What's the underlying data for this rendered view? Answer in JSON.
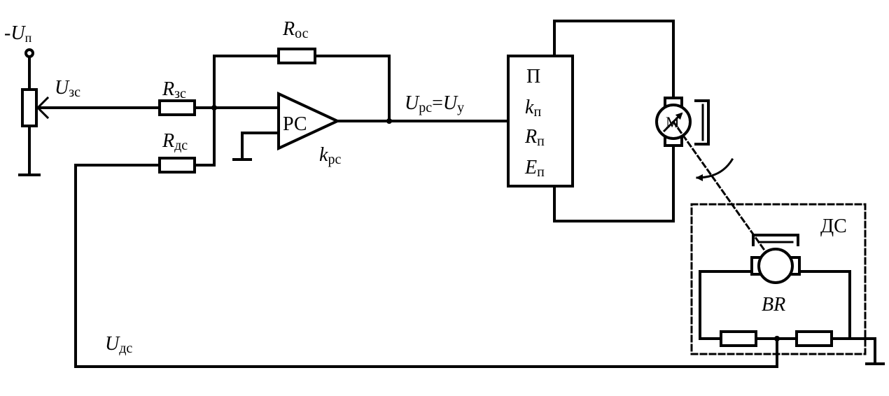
{
  "supply": {
    "sign": "-",
    "sym": "U",
    "sub": "п"
  },
  "setpoint": {
    "sym": "U",
    "sub": "зс"
  },
  "r_setpoint": {
    "sym": "R",
    "sub": "зс"
  },
  "r_feedback": {
    "sym": "R",
    "sub": "ос"
  },
  "r_sensor": {
    "sym": "R",
    "sub": "дс"
  },
  "controller": {
    "label": "РС",
    "gain_sym": "k",
    "gain_sub": "рс"
  },
  "controller_output": {
    "sym1": "U",
    "sub1": "рс",
    "eq": "=",
    "sym2": "U",
    "sub2": "у"
  },
  "converter": {
    "title": "П",
    "gain_sym": "k",
    "gain_sub": "п",
    "res_sym": "R",
    "res_sub": "п",
    "emf_sym": "E",
    "emf_sub": "п"
  },
  "motor": {
    "label": "M"
  },
  "sensor_block": {
    "label": "ДС"
  },
  "tachogenerator": {
    "label": "BR"
  },
  "sensor_voltage": {
    "sym": "U",
    "sub": "дс"
  }
}
